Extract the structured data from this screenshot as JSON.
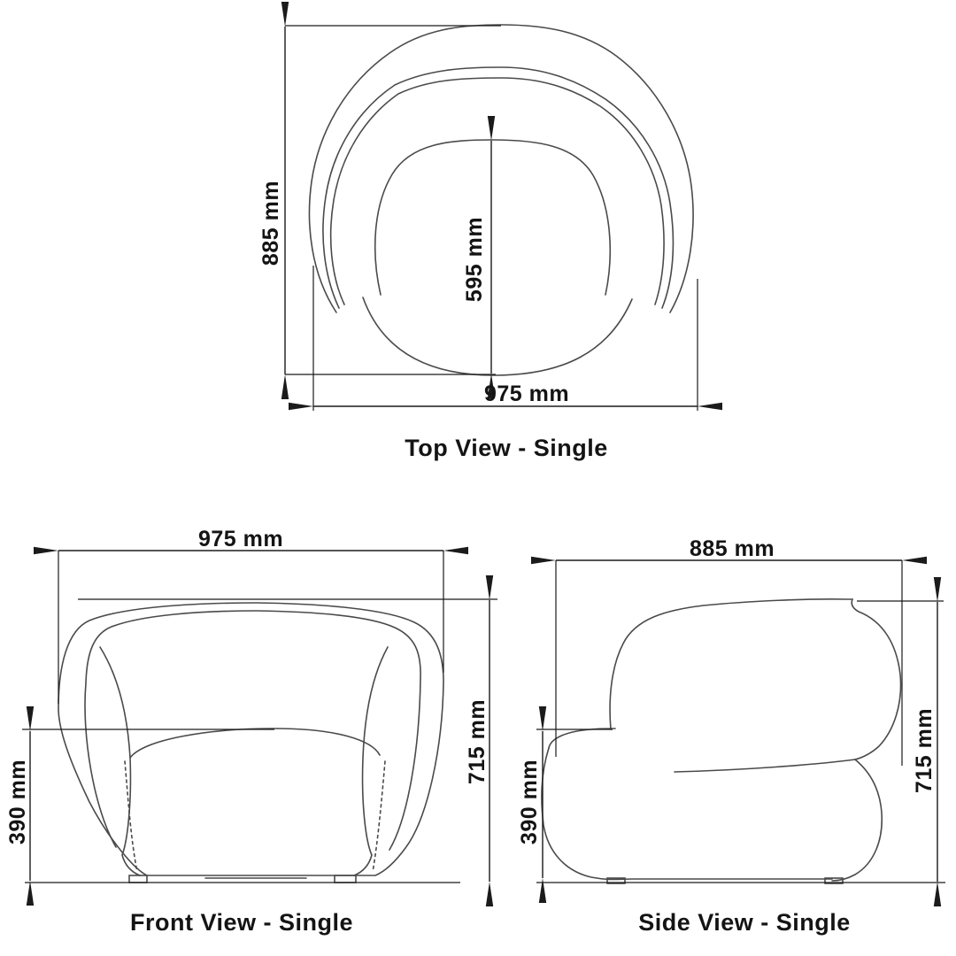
{
  "drawing": {
    "unit": "mm",
    "colors": {
      "background": "#ffffff",
      "outline": "#4a4a4a",
      "dimension": "#1b1b1b",
      "text": "#141414"
    },
    "views": {
      "top": {
        "label": "Top View - Single",
        "dims": {
          "depth": {
            "label": "885 mm",
            "value_mm": 885
          },
          "seat_depth": {
            "label": "595 mm",
            "value_mm": 595
          },
          "width": {
            "label": "975 mm",
            "value_mm": 975
          }
        }
      },
      "front": {
        "label": "Front View - Single",
        "dims": {
          "width": {
            "label": "975 mm",
            "value_mm": 975
          },
          "height": {
            "label": "715 mm",
            "value_mm": 715
          },
          "seat_height": {
            "label": "390 mm",
            "value_mm": 390
          }
        }
      },
      "side": {
        "label": "Side View - Single",
        "dims": {
          "depth": {
            "label": "885 mm",
            "value_mm": 885
          },
          "height": {
            "label": "715 mm",
            "value_mm": 715
          },
          "seat_height": {
            "label": "390 mm",
            "value_mm": 390
          }
        }
      }
    }
  }
}
